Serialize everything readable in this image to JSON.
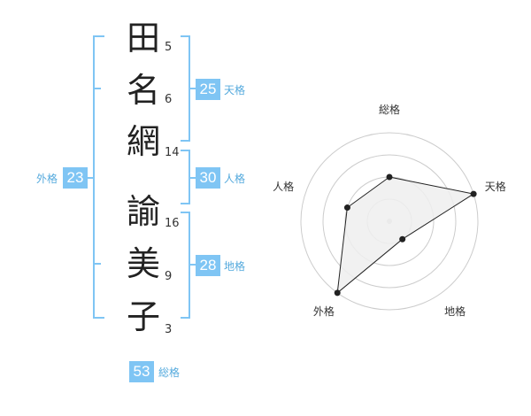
{
  "name": {
    "characters": [
      "田",
      "名",
      "網",
      "諭",
      "美",
      "子"
    ],
    "strokes": [
      "5",
      "6",
      "14",
      "16",
      "9",
      "3"
    ]
  },
  "fortune": {
    "tenkaku": {
      "value": "25",
      "label": "天格"
    },
    "jinkaku": {
      "value": "30",
      "label": "人格"
    },
    "chikaku": {
      "value": "28",
      "label": "地格"
    },
    "gaikaku": {
      "value": "23",
      "label": "外格"
    },
    "soukaku": {
      "value": "53",
      "label": "総格"
    }
  },
  "colors": {
    "bracket": "#7fc5f4",
    "badge": "#7fc5f4",
    "badge_label": "#55aadd",
    "radar_grid": "#cccccc",
    "radar_fill": "#eeeeee",
    "radar_line": "#222222"
  },
  "chart_data": {
    "type": "radar",
    "axes": [
      "総格",
      "天格",
      "地格",
      "外格",
      "人格"
    ],
    "levels": 4,
    "max": 4,
    "values": [
      2,
      4,
      1,
      4,
      2
    ]
  }
}
